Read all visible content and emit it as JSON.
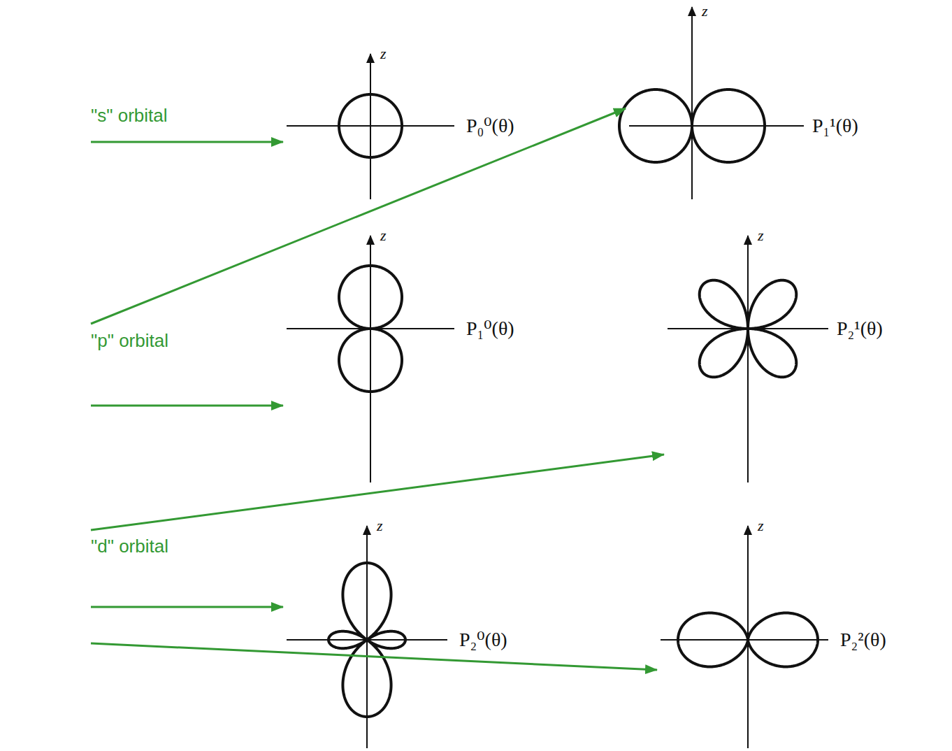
{
  "diagram": {
    "nodes": [
      {
        "text": [
          "\"s\" orbital"
        ]
      },
      {
        "text": [
          "z",
          "P₀⁰(θ)"
        ]
      },
      {
        "text": [
          "z",
          "P₁¹(θ)"
        ]
      },
      {
        "text": [
          "\"p\" orbital"
        ]
      },
      {
        "text": [
          "z",
          "P₁⁰(θ)"
        ]
      },
      {
        "text": [
          "z",
          "P₂¹(θ)"
        ]
      },
      {
        "text": [
          "\"d\" orbital"
        ]
      },
      {
        "text": [
          "z",
          "P₂⁰(θ)"
        ]
      },
      {
        "text": [
          "z",
          "P₂²(θ)"
        ]
      }
    ],
    "edges": [
      {
        "from": 0,
        "to": 1,
        "arrow": "to"
      },
      {
        "from": 3,
        "to": 2,
        "arrow": "to"
      },
      {
        "from": 3,
        "to": 4,
        "arrow": "to"
      },
      {
        "from": 6,
        "to": 5,
        "arrow": "to"
      },
      {
        "from": 6,
        "to": 7,
        "arrow": "to"
      },
      {
        "from": 6,
        "to": 8,
        "arrow": "to"
      }
    ]
  }
}
